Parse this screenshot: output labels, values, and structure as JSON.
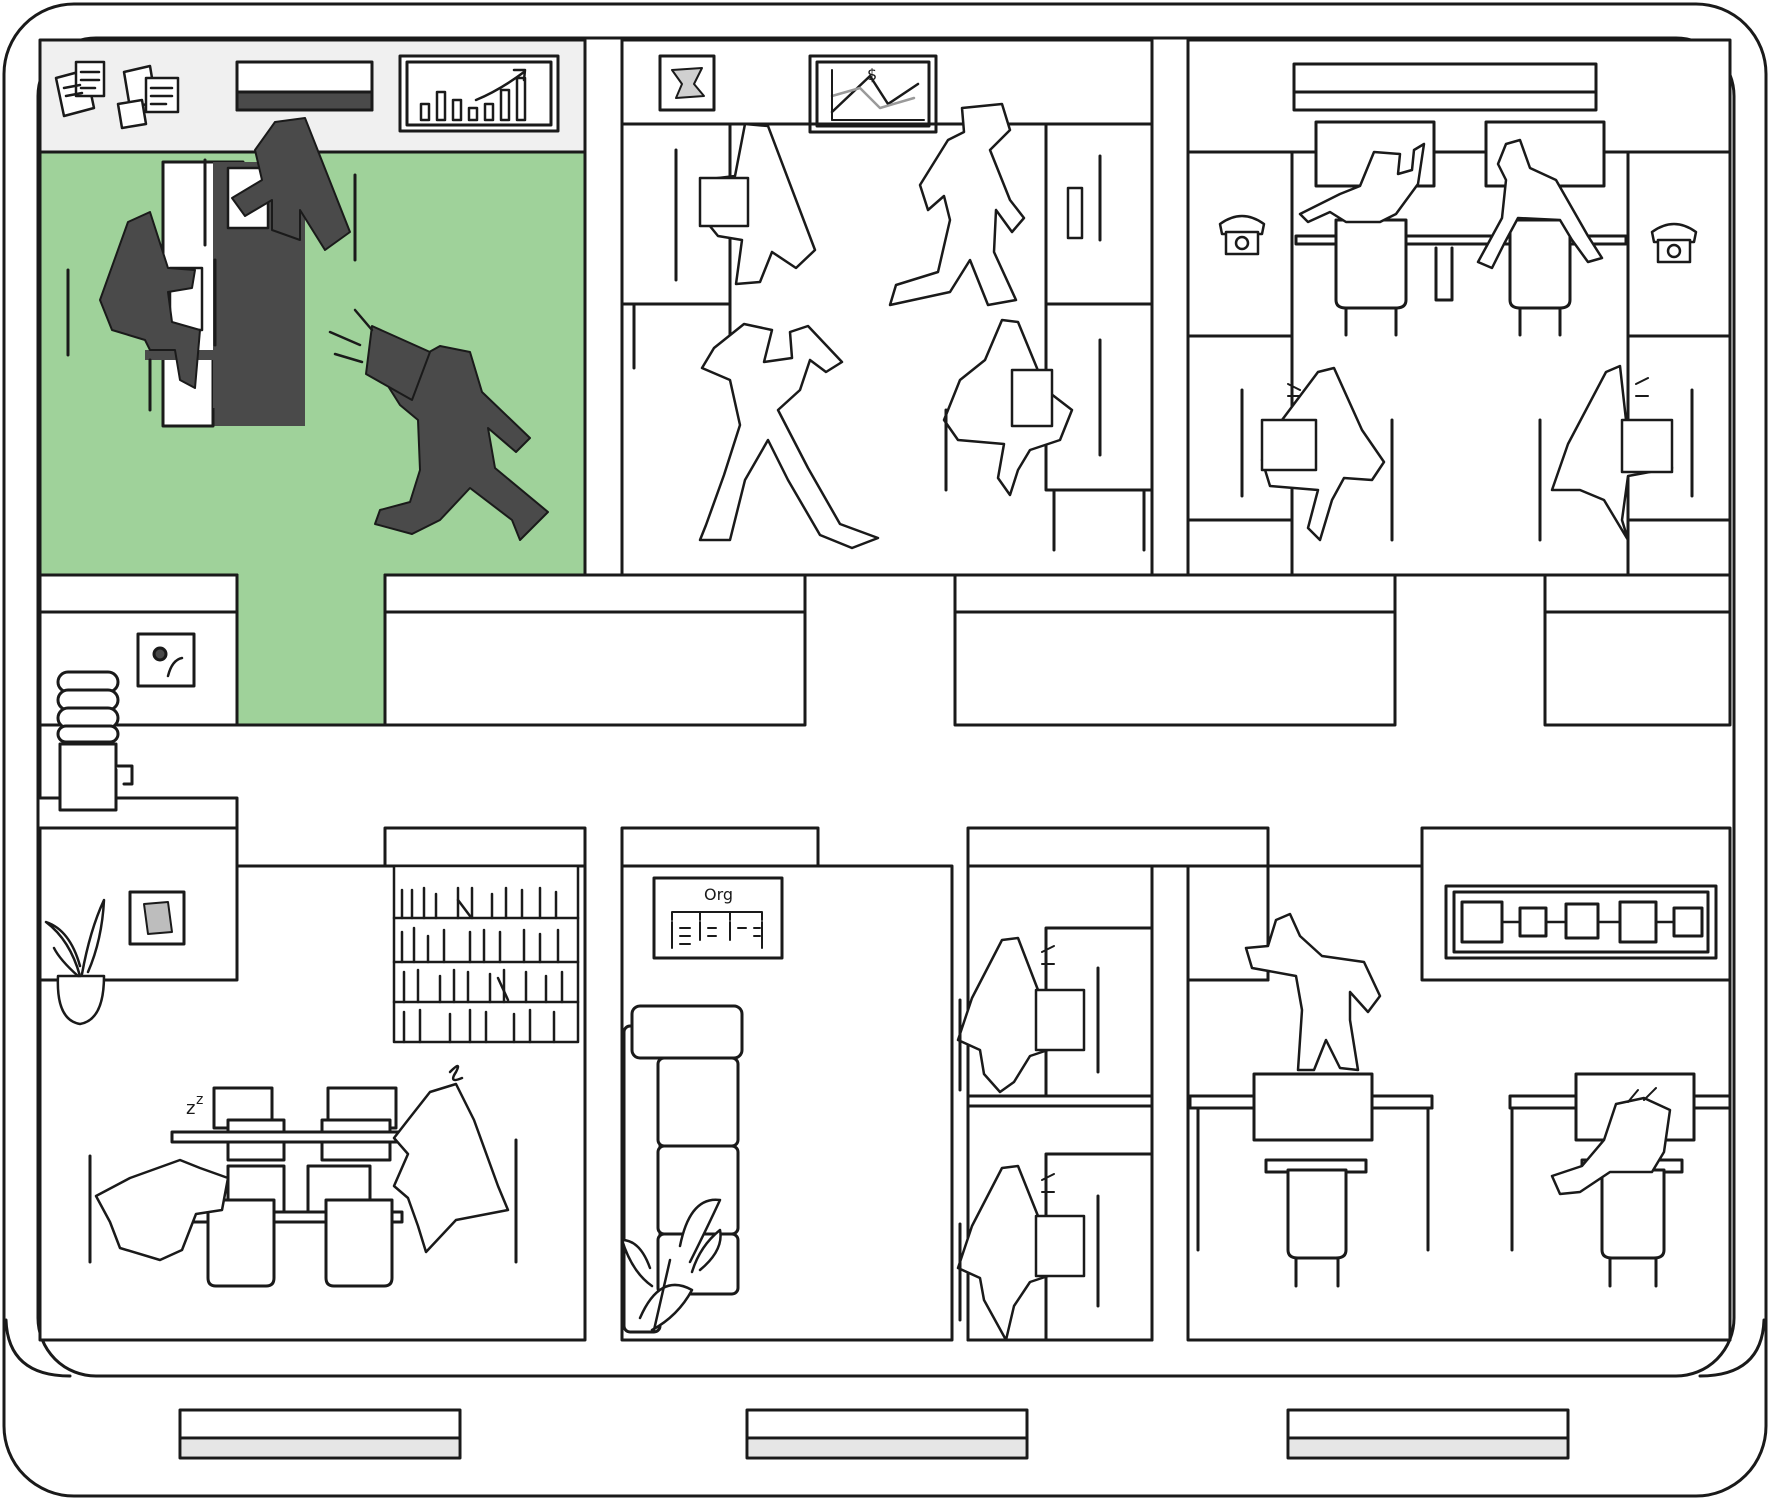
{
  "org_chart": {
    "title": "Org"
  },
  "finance_chart": {
    "symbol": "$"
  },
  "colors": {
    "line": "#1a1a1a",
    "highlight_room": "#9fd29a",
    "dark_figure": "#4a4a4a",
    "light_gray": "#e6e6e6",
    "mid_gray": "#bdbdbd",
    "paper": "#ffffff"
  },
  "rooms": [
    {
      "id": "highlighted-room",
      "fill": "highlight_room"
    },
    {
      "id": "top-middle-room"
    },
    {
      "id": "top-right-room"
    },
    {
      "id": "pantry"
    },
    {
      "id": "library-room"
    },
    {
      "id": "lounge"
    },
    {
      "id": "corridor-cubicles"
    },
    {
      "id": "bottom-right-room"
    }
  ],
  "icons": [
    "document-icon",
    "bar-chart-icon",
    "line-chart-icon",
    "telephone-icon",
    "flow-diagram-icon",
    "water-cooler-icon",
    "bookshelf-icon",
    "sofa-icon",
    "plant-icon",
    "frame-icon"
  ]
}
